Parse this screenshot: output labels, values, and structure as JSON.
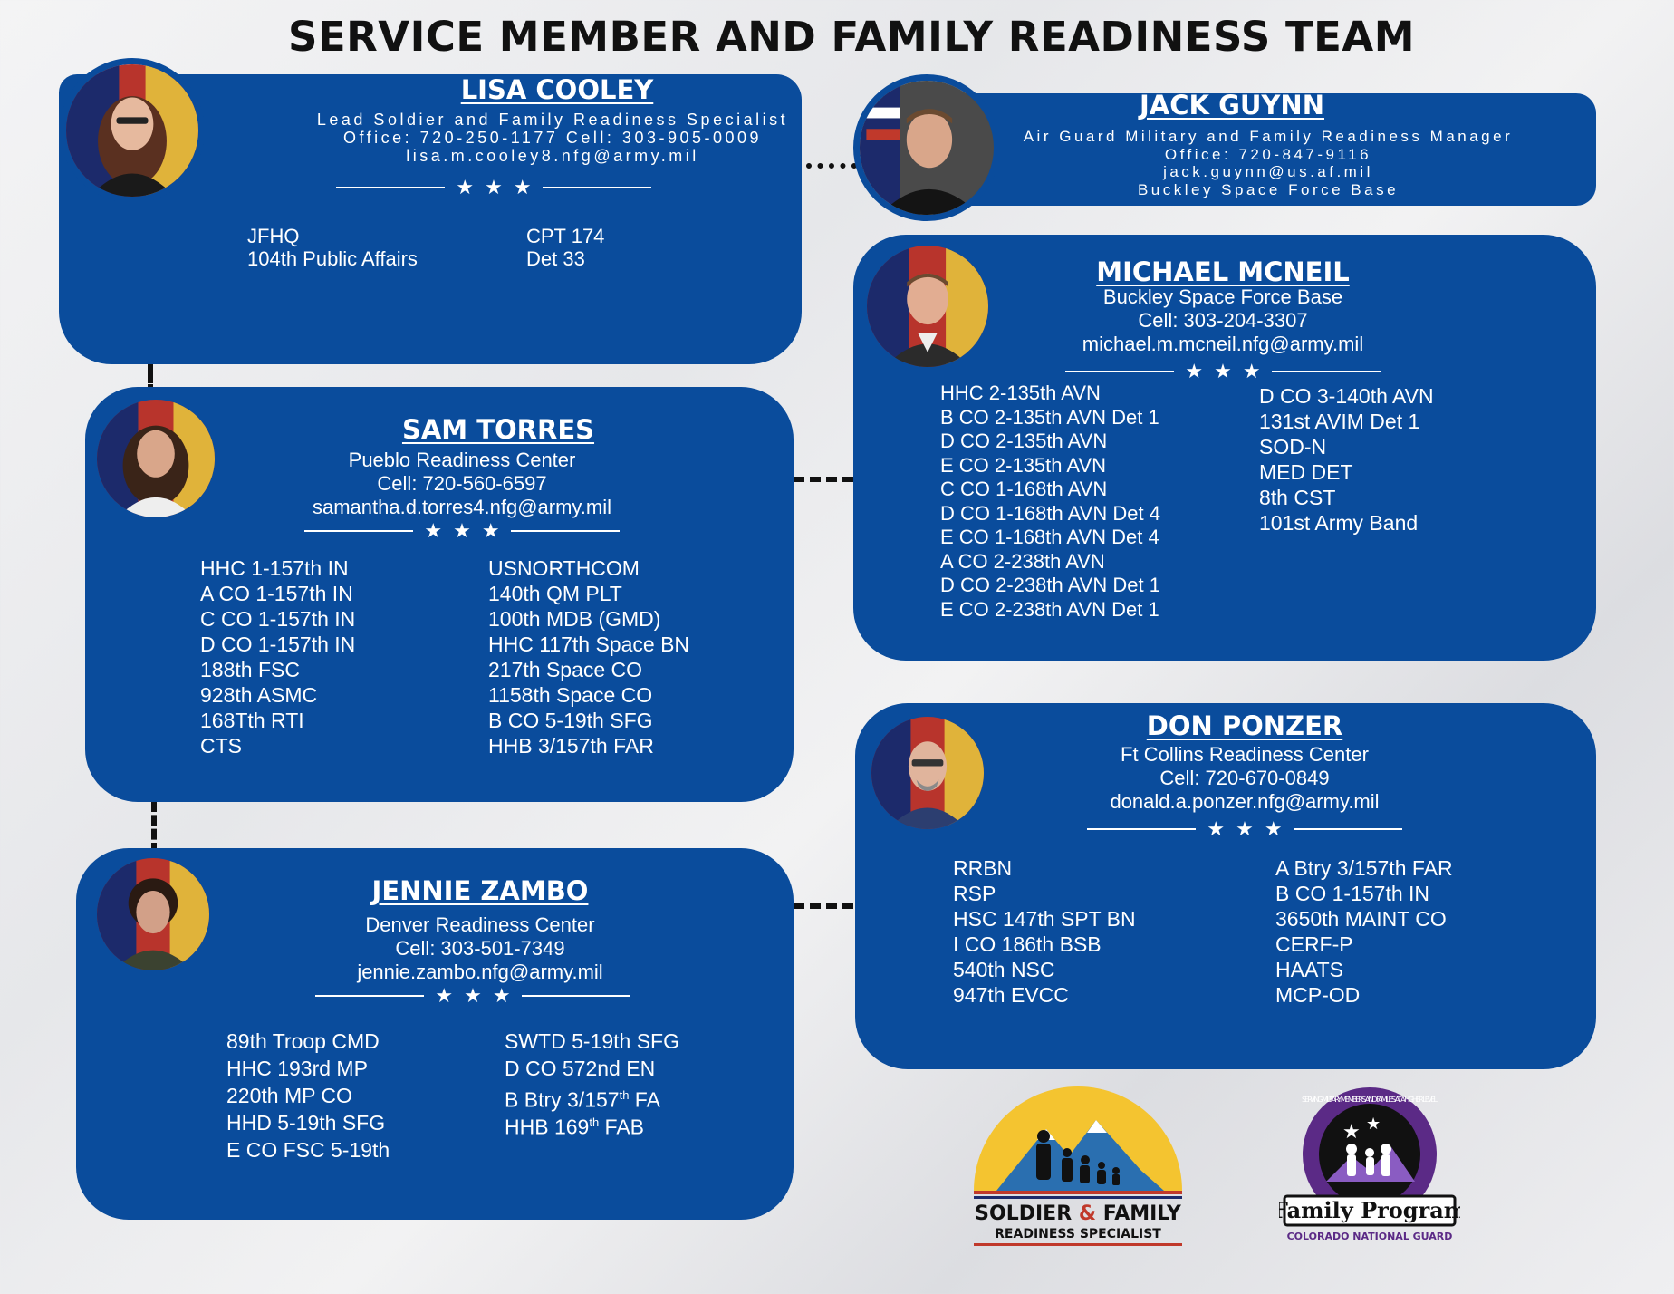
{
  "title": "SERVICE MEMBER AND FAMILY READINESS TEAM",
  "cards": {
    "lisa": {
      "name": "LISA COOLEY",
      "lines": [
        "Lead Soldier and Family Readiness Specialist",
        "Office: 720-250-1177 Cell: 303-905-0009",
        "lisa.m.cooley8.nfg@army.mil"
      ],
      "col1": [
        "JFHQ",
        "104th Public Affairs"
      ],
      "col2": [
        "CPT 174",
        "Det 33"
      ]
    },
    "jack": {
      "name": "JACK GUYNN",
      "lines": [
        "Air Guard Military and Family Readiness Manager",
        "Office: 720-847-9116",
        "jack.guynn@us.af.mil",
        "Buckley Space Force Base"
      ]
    },
    "michael": {
      "name": "MICHAEL MCNEIL",
      "lines": [
        "Buckley Space Force Base",
        "Cell: 303-204-3307",
        "michael.m.mcneil.nfg@army.mil"
      ],
      "col1": [
        "HHC 2-135th AVN",
        "B CO 2-135th AVN Det 1",
        "D CO 2-135th AVN",
        "E CO 2-135th AVN",
        "C CO 1-168th AVN",
        "D CO 1-168th AVN Det 4",
        "E CO 1-168th AVN Det 4",
        "A CO 2-238th AVN",
        "D CO 2-238th AVN Det 1",
        "E CO 2-238th AVN Det 1"
      ],
      "col2": [
        "D CO 3-140th AVN",
        "131st AVIM Det 1",
        "SOD-N",
        "MED DET",
        "8th CST",
        "101st Army Band"
      ]
    },
    "sam": {
      "name": "SAM TORRES",
      "lines": [
        "Pueblo Readiness Center",
        "Cell: 720-560-6597",
        "samantha.d.torres4.nfg@army.mil"
      ],
      "col1": [
        "HHC 1-157th IN",
        "A CO 1-157th IN",
        "C CO 1-157th IN",
        "D CO 1-157th IN",
        "188th FSC",
        "928th ASMC",
        "168Tth RTI",
        "CTS"
      ],
      "col2": [
        "USNORTHCOM",
        "140th QM PLT",
        "100th MDB (GMD)",
        "HHC 117th Space BN",
        "217th Space CO",
        "1158th Space CO",
        "B CO 5-19th SFG",
        "HHB 3/157th FAR"
      ]
    },
    "don": {
      "name": "DON PONZER",
      "lines": [
        "Ft Collins Readiness Center",
        "Cell: 720-670-0849",
        "donald.a.ponzer.nfg@army.mil"
      ],
      "col1": [
        "RRBN",
        "RSP",
        "HSC 147th SPT BN",
        "I CO 186th BSB",
        "540th NSC",
        "947th EVCC"
      ],
      "col2": [
        "A Btry 3/157th FAR",
        "B CO 1-157th IN",
        "3650th MAINT CO",
        "CERF-P",
        "HAATS",
        "MCP-OD"
      ]
    },
    "jennie": {
      "name": "JENNIE ZAMBO",
      "lines": [
        "Denver Readiness Center",
        "Cell: 303-501-7349",
        "jennie.zambo.nfg@army.mil"
      ],
      "col1": [
        "89th Troop CMD",
        "HHC 193rd MP",
        "220th MP CO",
        "HHD 5-19th SFG",
        "E CO FSC 5-19th"
      ],
      "col2": [
        "SWTD 5-19th SFG",
        "D CO 572nd EN"
      ],
      "col2_sup": [
        {
          "pre": "B Btry 3/157",
          "sup": "th",
          "post": " FA"
        },
        {
          "pre": "HHB 169",
          "sup": "th",
          "post": " FAB"
        }
      ]
    }
  },
  "logos": {
    "sfrs": {
      "line1": "SOLDIER",
      "amp": "&",
      "line1b": "FAMILY",
      "line2": "READINESS SPECIALIST"
    },
    "fp": {
      "arc": "SERVING MILITARY MEMBERS AND FAMILIES AT A HIGHER LEVEL",
      "name": "Family Program",
      "sub": "COLORADO NATIONAL GUARD"
    }
  },
  "colors": {
    "card": "#0a4c9c",
    "logo_yellow": "#f4c430",
    "logo_purple": "#5b2a86"
  }
}
